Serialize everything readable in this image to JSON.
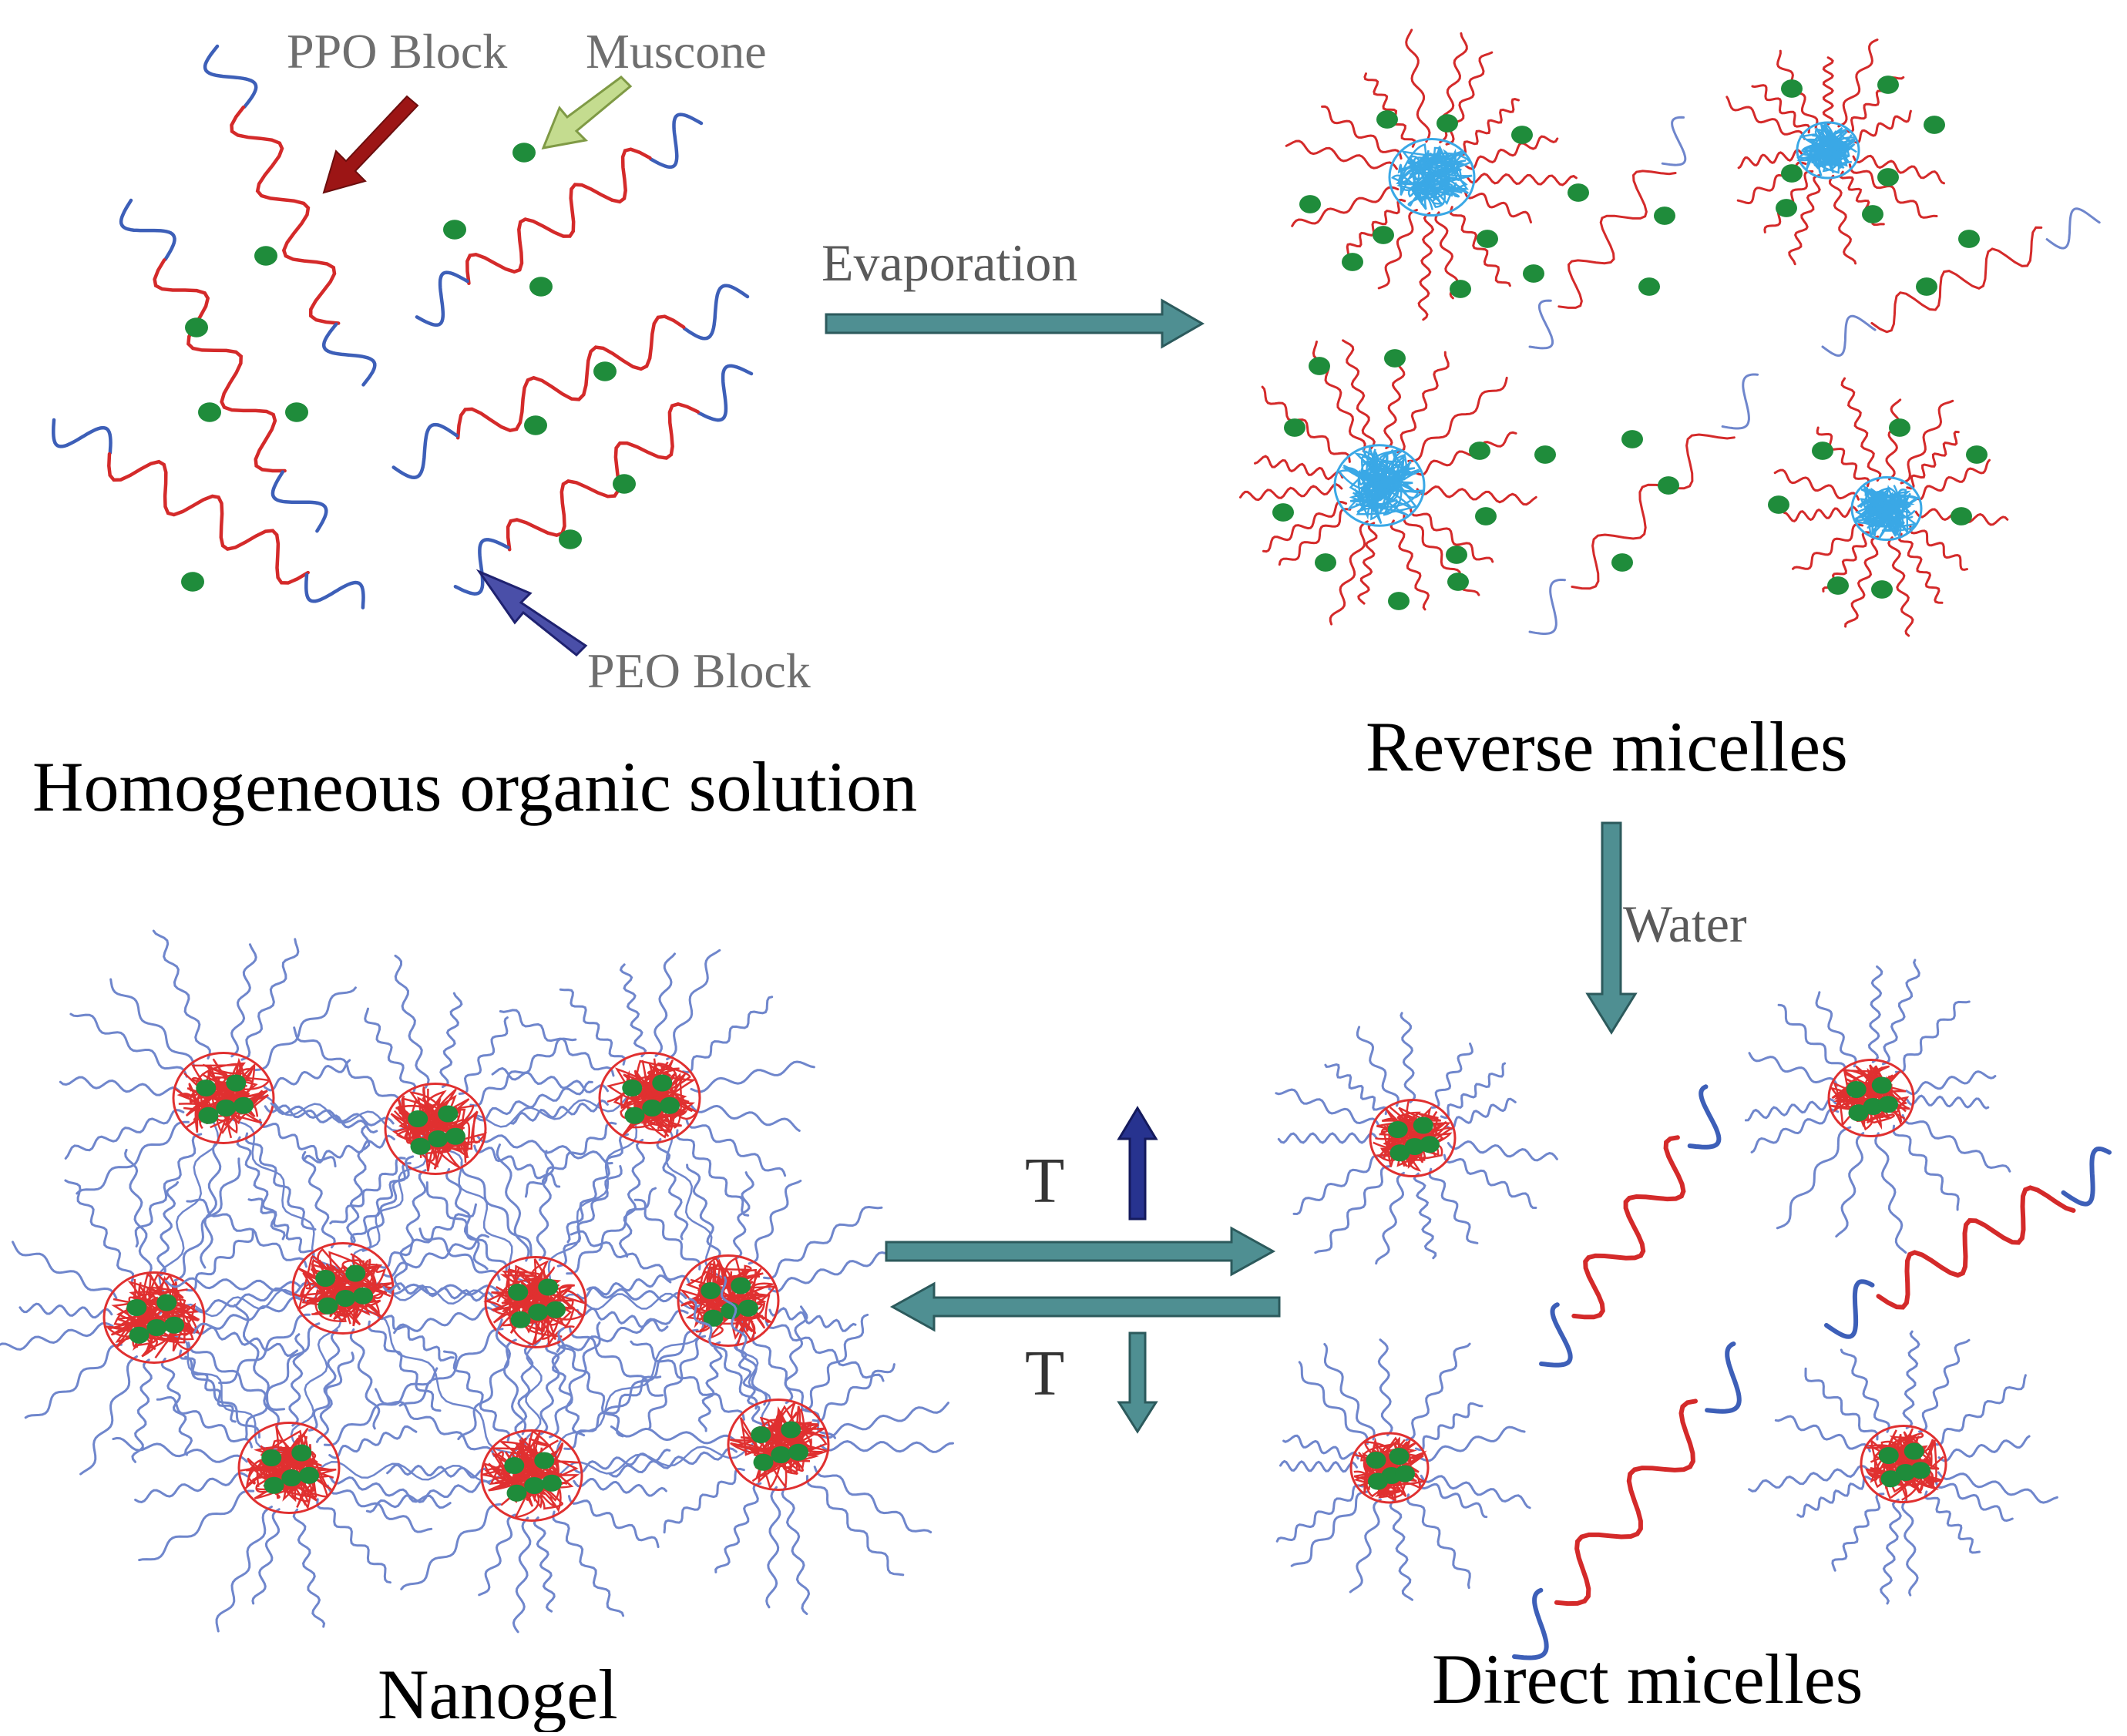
{
  "labels": {
    "ppo_block": "PPO Block",
    "muscone": "Muscone",
    "peo_block": "PEO Block",
    "evaporation": "Evaporation",
    "water": "Water",
    "t_up": "T",
    "t_down": "T",
    "homogeneous": "Homogeneous organic solution",
    "reverse": "Reverse micelles",
    "nanogel": "Nanogel",
    "direct": "Direct micelles"
  },
  "colors": {
    "ppo_red": "#d42a2a",
    "peo_blue": "#3d5fb8",
    "peo_light_blue": "#6f86cc",
    "muscone_green": "#1f8c3b",
    "core_cyan": "#3aa8e6",
    "core_red": "#e03030",
    "process_arrow": "#4f8f92",
    "ppo_arrow": "#9c1515",
    "muscone_arrow": "#c4dc8f",
    "peo_arrow": "#2a2e88",
    "t_up_arrow": "#27338f"
  },
  "icons": {
    "muscone": "green-dot-icon",
    "copolymer": "wavy-chain-icon"
  }
}
